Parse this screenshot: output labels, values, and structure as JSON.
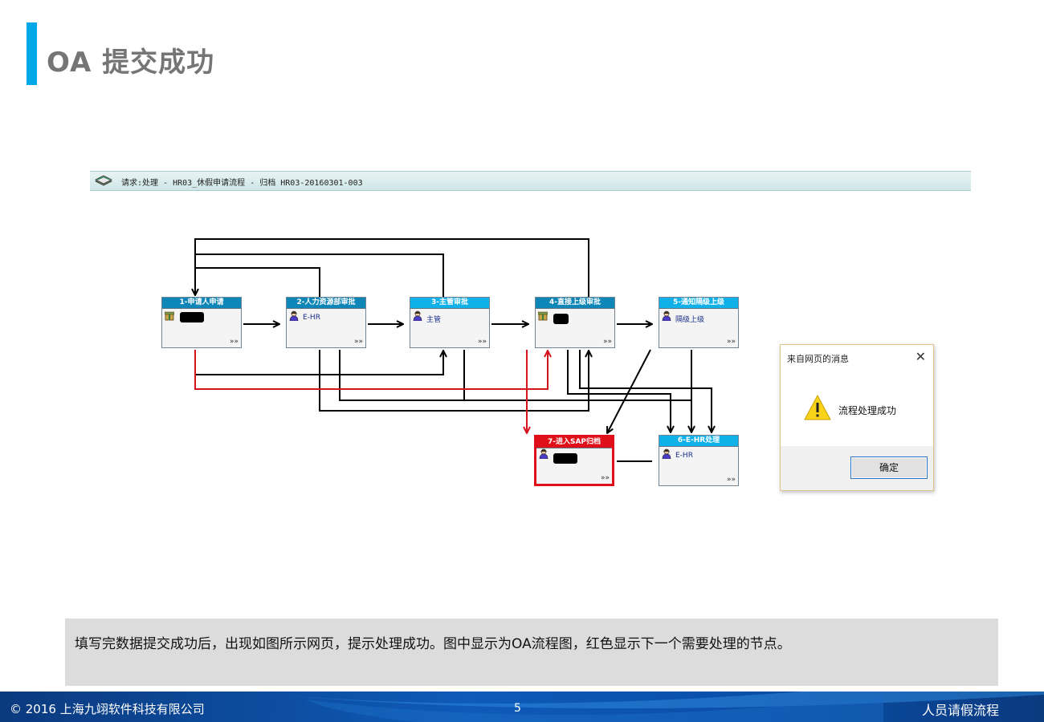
{
  "slide": {
    "title": "OA 提交成功",
    "caption": "填写完数据提交成功后，出现如图所示网页，提示处理成功。图中显示为OA流程图，红色显示下一个需要处理的节点。"
  },
  "request_bar": {
    "icon": "books-icon",
    "text": "请求:处理 - HR03_休假申请流程 - 归档 HR03-20160301-003"
  },
  "flow": {
    "nodes": [
      {
        "id": "n1",
        "title": "1-申请人申请",
        "icon": "gift-icon",
        "label": "",
        "redacted": true,
        "active": false
      },
      {
        "id": "n2",
        "title": "2-人力资源部审批",
        "icon": "user-icon",
        "label": "E-HR",
        "redacted": false,
        "active": false
      },
      {
        "id": "n3",
        "title": "3-主管审批",
        "icon": "user-icon",
        "label": "主管",
        "redacted": false,
        "active": false
      },
      {
        "id": "n4",
        "title": "4-直接上级审批",
        "icon": "gift-icon",
        "label": "",
        "redacted": true,
        "active": false
      },
      {
        "id": "n5",
        "title": "5-通知隔级上级",
        "icon": "user-icon",
        "label": "隔级上级",
        "redacted": false,
        "active": false
      },
      {
        "id": "n6",
        "title": "6-E-HR处理",
        "icon": "user-icon",
        "label": "E-HR",
        "redacted": false,
        "active": false
      },
      {
        "id": "n7",
        "title": "7-进入SAP归档",
        "icon": "user-icon",
        "label": "",
        "redacted": true,
        "active": true
      }
    ],
    "more_glyph": "»»",
    "active_color": "#e0101a"
  },
  "dialog": {
    "title": "来自网页的消息",
    "message": "流程处理成功",
    "ok_label": "确定",
    "close_glyph": "✕"
  },
  "footer": {
    "copyright": "© 2016 上海九翊软件科技有限公司",
    "page_number": "5",
    "topic": "人员请假流程"
  }
}
